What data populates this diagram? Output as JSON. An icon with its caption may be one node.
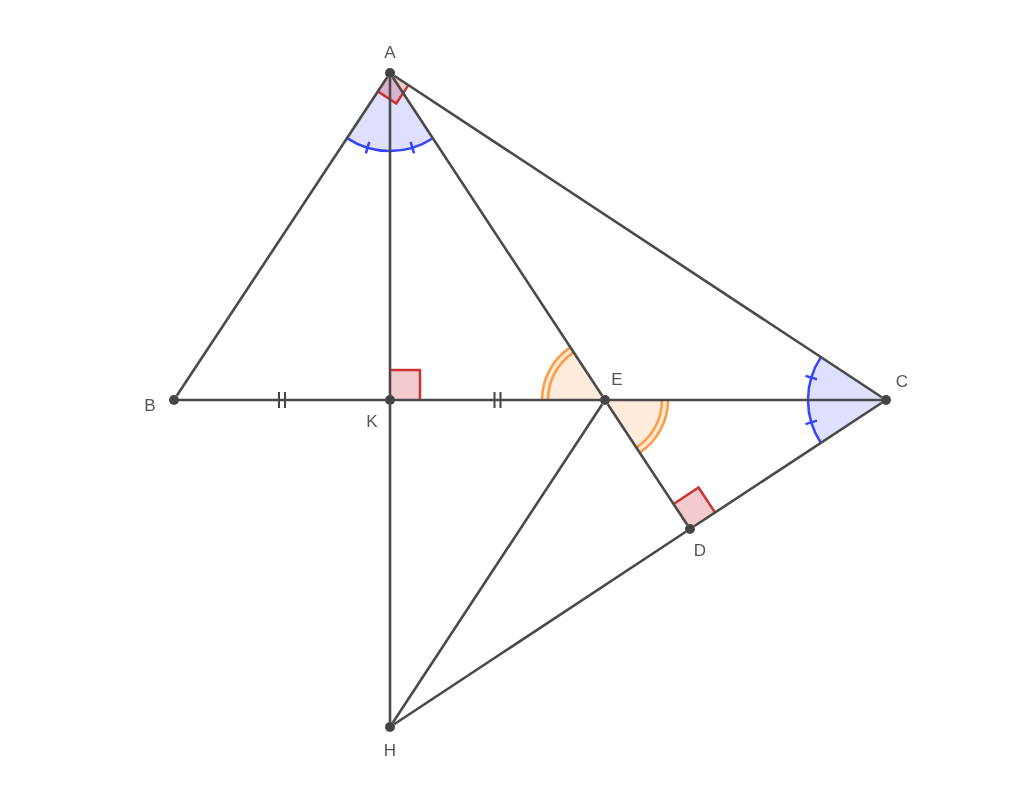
{
  "diagram": {
    "nodes": [
      {
        "text": [
          "A"
        ]
      },
      {
        "text": [
          "B"
        ]
      },
      {
        "text": [
          "K"
        ]
      },
      {
        "text": [
          "E"
        ]
      },
      {
        "text": [
          "C"
        ]
      },
      {
        "text": [
          "D"
        ]
      },
      {
        "text": [
          "H"
        ]
      }
    ],
    "edges": [
      {
        "from": 0,
        "to": 1,
        "arrow": "none"
      },
      {
        "from": 0,
        "to": 2,
        "arrow": "none"
      },
      {
        "from": 0,
        "to": 3,
        "arrow": "none"
      },
      {
        "from": 0,
        "to": 4,
        "arrow": "none"
      },
      {
        "from": 1,
        "to": 2,
        "arrow": "none"
      },
      {
        "from": 2,
        "to": 3,
        "arrow": "none"
      },
      {
        "from": 3,
        "to": 4,
        "arrow": "none"
      },
      {
        "from": 3,
        "to": 5,
        "arrow": "none"
      },
      {
        "from": 4,
        "to": 5,
        "arrow": "none"
      },
      {
        "from": 2,
        "to": 6,
        "arrow": "none"
      },
      {
        "from": 3,
        "to": 6,
        "arrow": "none"
      },
      {
        "from": 5,
        "to": 6,
        "arrow": "none"
      }
    ]
  }
}
